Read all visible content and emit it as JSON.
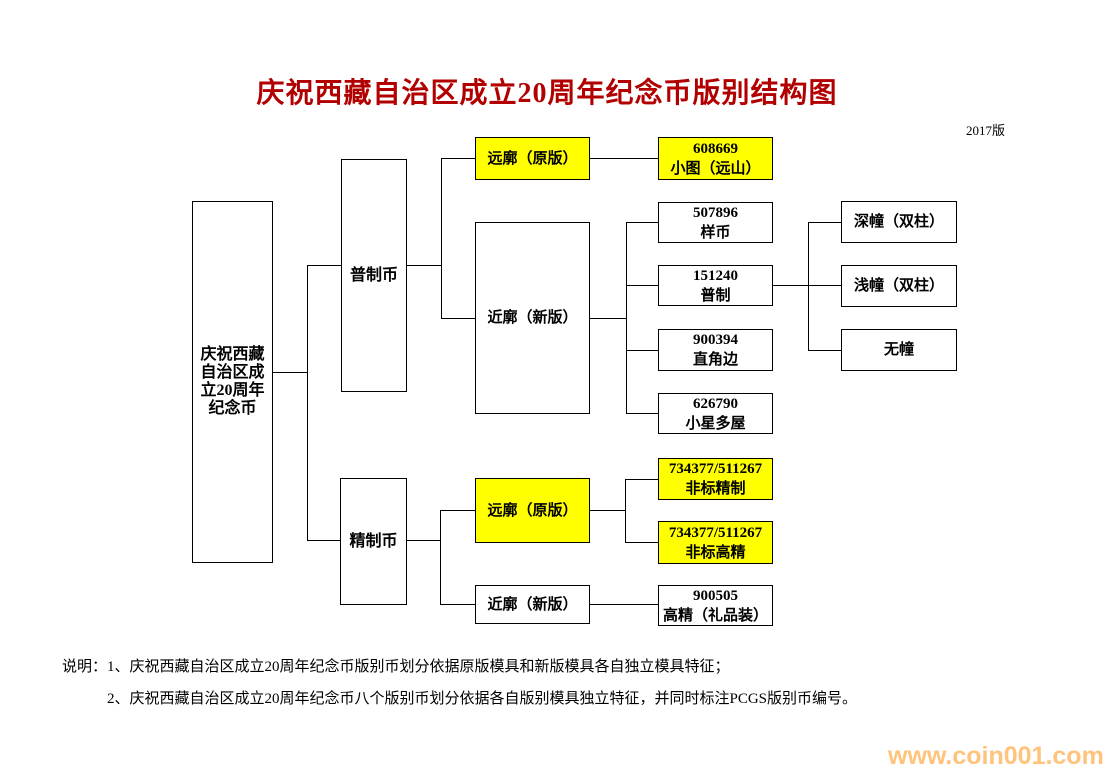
{
  "title": "庆祝西藏自治区成立20周年纪念币版别结构图",
  "edition_label": "2017版",
  "colors": {
    "title": "#b20000",
    "highlight": "#ffff00",
    "watermark": "#ffc37c",
    "line": "#000000"
  },
  "nodes": {
    "root": {
      "line1": "庆祝西藏",
      "line2": "自治区成",
      "line3": "立20周年",
      "line4": "纪念币"
    },
    "regular": {
      "label": "普制币"
    },
    "proof": {
      "label": "精制币"
    },
    "far_rim_regular": {
      "label": "远廓（原版）"
    },
    "near_rim_regular": {
      "label": "近廓（新版）"
    },
    "far_rim_proof": {
      "label": "远廓（原版）"
    },
    "near_rim_proof": {
      "label": "近廓（新版）"
    },
    "v608669": {
      "line1": "608669",
      "line2": "小图（远山）"
    },
    "v507896": {
      "line1": "507896",
      "line2": "样币"
    },
    "v151240": {
      "line1": "151240",
      "line2": "普制"
    },
    "v900394": {
      "line1": "900394",
      "line2": "直角边"
    },
    "v626790": {
      "line1": "626790",
      "line2": "小星多屋"
    },
    "deep_pillar": {
      "label": "深幢（双柱）"
    },
    "shallow_pillar": {
      "label": "浅幢（双柱）"
    },
    "no_pillar": {
      "label": "无幢"
    },
    "nonstd_proof": {
      "line1": "734377/511267",
      "line2": "非标精制"
    },
    "nonstd_high_proof": {
      "line1": "734377/511267",
      "line2": "非标高精"
    },
    "v900505": {
      "line1": "900505",
      "line2": "高精（礼品装）"
    }
  },
  "notes": {
    "line1": "说明：1、庆祝西藏自治区成立20周年纪念币版别币划分依据原版模具和新版模具各自独立模具特征；",
    "line2": "2、庆祝西藏自治区成立20周年纪念币八个版别币划分依据各自版别模具独立特征，并同时标注PCGS版别币编号。"
  },
  "watermark": "www.coin001.com"
}
